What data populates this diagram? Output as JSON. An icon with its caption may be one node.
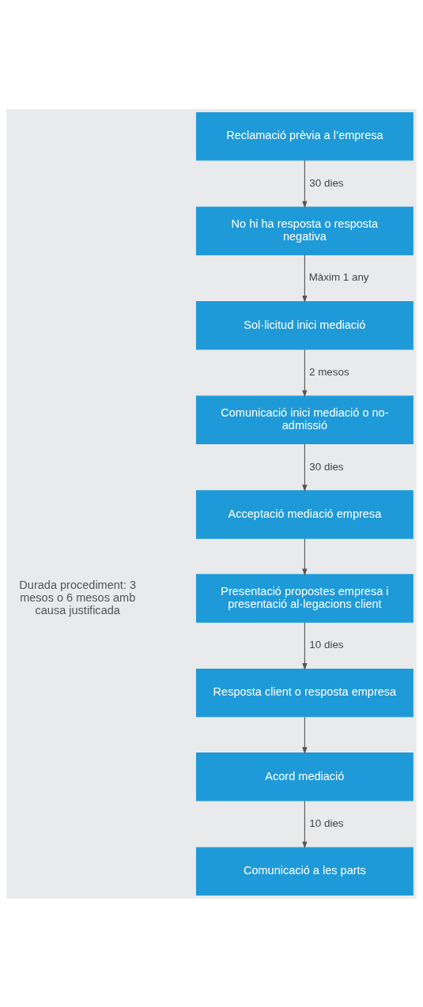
{
  "diagram": {
    "nodes": [
      {
        "text": [
          "Reclamació prèvia a l’empresa"
        ]
      },
      {
        "text": [
          "No hi ha resposta o resposta negativa"
        ]
      },
      {
        "text": [
          "Sol·licitud inici mediació"
        ]
      },
      {
        "text": [
          "Comunicació inici mediació o no-admissió"
        ]
      },
      {
        "text": [
          "Acceptació mediació empresa"
        ]
      },
      {
        "text": [
          "Presentació propostes empresa i presentació al·legacions client"
        ]
      },
      {
        "text": [
          "Resposta client o resposta empresa"
        ]
      },
      {
        "text": [
          "Acord mediació"
        ]
      },
      {
        "text": [
          "Comunicació a les parts"
        ]
      }
    ],
    "edges": [
      {
        "from": 0,
        "to": 1,
        "arrow": "to",
        "label": "30 dies"
      },
      {
        "from": 1,
        "to": 2,
        "arrow": "to",
        "label": "Màxim 1 any"
      },
      {
        "from": 2,
        "to": 3,
        "arrow": "to",
        "label": "2 mesos"
      },
      {
        "from": 3,
        "to": 4,
        "arrow": "to",
        "label": "30 dies"
      },
      {
        "from": 4,
        "to": 5,
        "arrow": "to"
      },
      {
        "from": 5,
        "to": 6,
        "arrow": "to",
        "label": "10 dies"
      },
      {
        "from": 6,
        "to": 7,
        "arrow": "to"
      },
      {
        "from": 7,
        "to": 8,
        "arrow": "to",
        "label": "10 dies"
      }
    ],
    "labels": [
      "Durada procediment: 3 mesos o 6 mesos amb causa justificada"
    ]
  }
}
